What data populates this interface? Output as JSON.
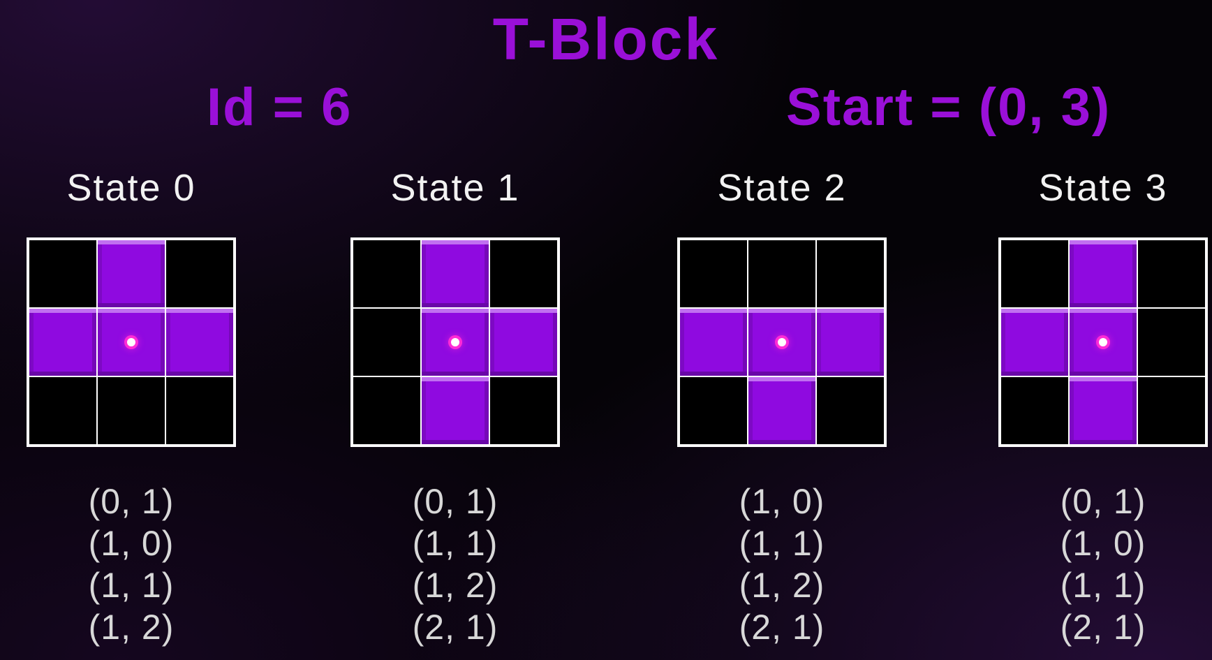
{
  "title": "T-Block",
  "id_label": "Id = 6",
  "start_label": "Start = (0, 3)",
  "colors": {
    "accent": "#9a10d8",
    "block": "#8f0ae0",
    "pivot": "#ff2bd6",
    "grid_line": "#ffffff"
  },
  "states": [
    {
      "title": "State 0",
      "cells": [
        [
          0,
          1
        ],
        [
          1,
          0
        ],
        [
          1,
          1
        ],
        [
          1,
          2
        ]
      ],
      "coords": [
        "(0, 1)",
        "(1, 0)",
        "(1, 1)",
        "(1, 2)"
      ]
    },
    {
      "title": "State 1",
      "cells": [
        [
          0,
          1
        ],
        [
          1,
          1
        ],
        [
          1,
          2
        ],
        [
          2,
          1
        ]
      ],
      "coords": [
        "(0, 1)",
        "(1, 1)",
        "(1, 2)",
        "(2, 1)"
      ]
    },
    {
      "title": "State 2",
      "cells": [
        [
          1,
          0
        ],
        [
          1,
          1
        ],
        [
          1,
          2
        ],
        [
          2,
          1
        ]
      ],
      "coords": [
        "(1, 0)",
        "(1, 1)",
        "(1, 2)",
        "(2, 1)"
      ]
    },
    {
      "title": "State 3",
      "cells": [
        [
          0,
          1
        ],
        [
          1,
          0
        ],
        [
          1,
          1
        ],
        [
          2,
          1
        ]
      ],
      "coords": [
        "(0, 1)",
        "(1, 0)",
        "(1, 1)",
        "(2, 1)"
      ]
    }
  ],
  "pivot_cell": [
    1,
    1
  ]
}
